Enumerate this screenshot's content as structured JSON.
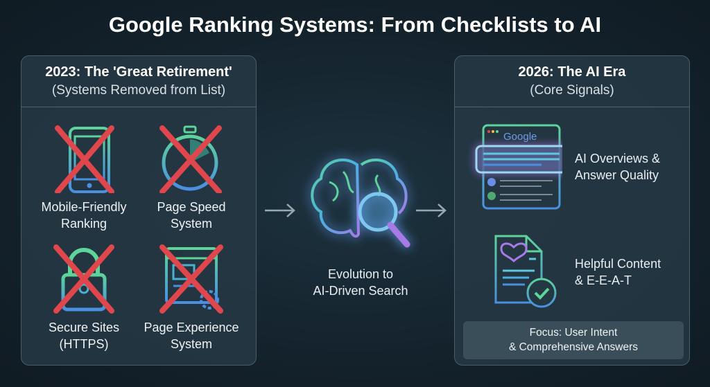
{
  "title": "Google Ranking Systems: From Checklists to AI",
  "left_panel": {
    "heading": "2023: The 'Great Retirement'",
    "subheading": "(Systems Removed from List)",
    "items": [
      {
        "line1": "Mobile-Friendly",
        "line2": "Ranking",
        "icon": "smartphone-icon"
      },
      {
        "line1": "Page Speed",
        "line2": "System",
        "icon": "stopwatch-icon"
      },
      {
        "line1": "Secure Sites",
        "line2": "(HTTPS)",
        "icon": "padlock-icon"
      },
      {
        "line1": "Page Experience",
        "line2": "System",
        "icon": "browser-gear-icon"
      }
    ]
  },
  "center": {
    "line1": "Evolution to",
    "line2": "AI-Driven Search",
    "icon": "brain-magnifier-icon"
  },
  "right_panel": {
    "heading": "2026: The AI Era",
    "subheading": "(Core Signals)",
    "signals": [
      {
        "line1": "AI Overviews &",
        "line2": "Answer Quality",
        "icon": "google-results-icon",
        "logo_text": "Google"
      },
      {
        "line1": "Helpful Content",
        "line2": "& E-E-A-T",
        "icon": "document-heart-check-icon"
      }
    ],
    "focus": {
      "line1": "Focus: User Intent",
      "line2": "& Comprehensive Answers"
    }
  },
  "colors": {
    "cross": "#e0474c",
    "green": "#5ed39a",
    "blue": "#4a8fe0",
    "purple": "#a77ae8"
  }
}
